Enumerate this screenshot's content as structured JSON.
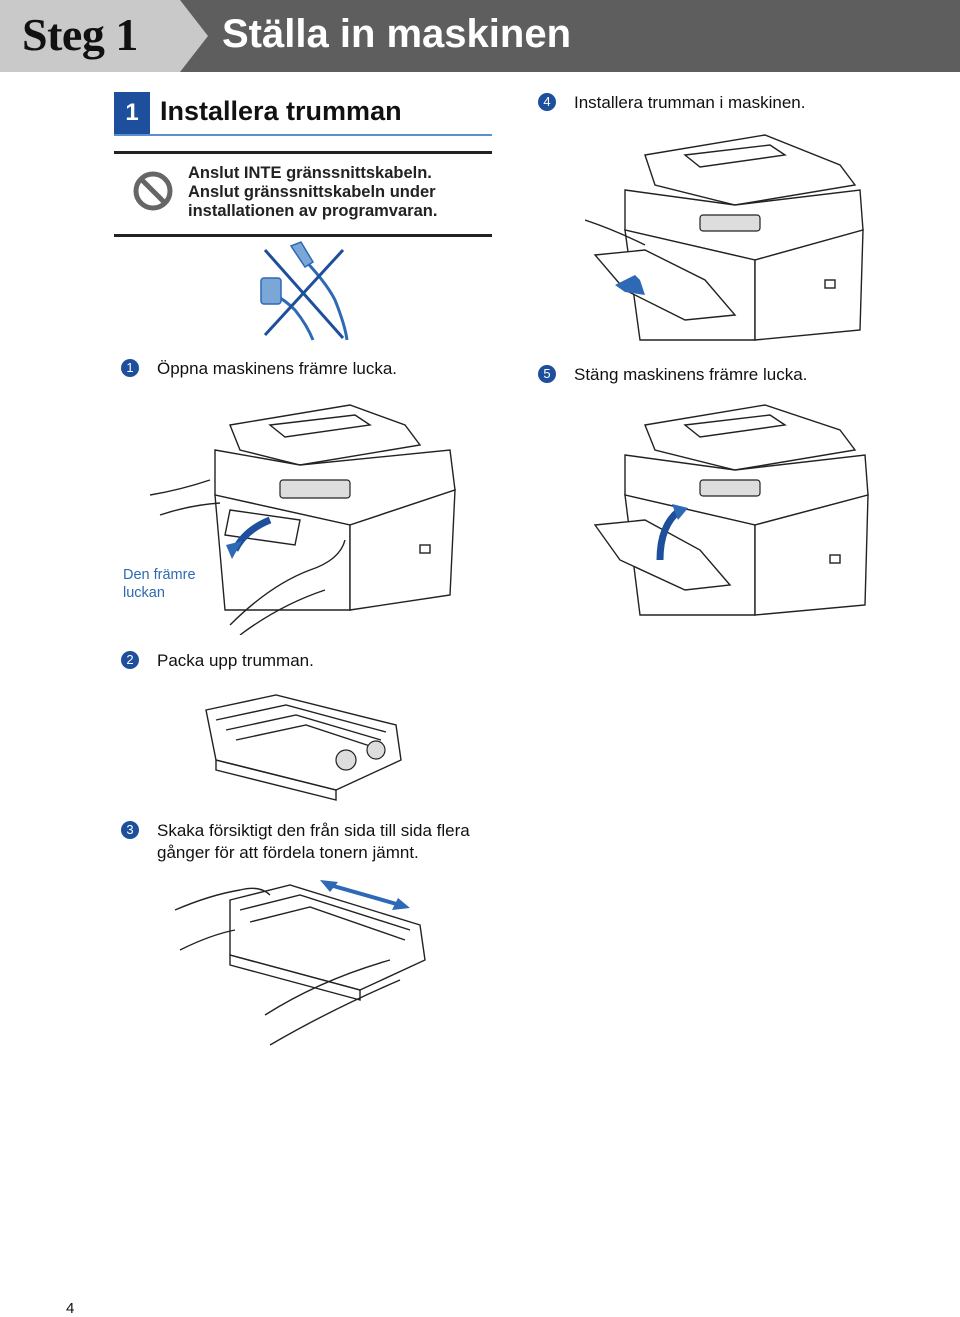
{
  "header": {
    "step_label": "Steg 1",
    "title": "Ställa in maskinen"
  },
  "section": {
    "number": "1",
    "title": "Installera trumman"
  },
  "warning": {
    "icon": "prohibited-icon",
    "lines": [
      "Anslut INTE gränssnittskabeln.",
      "Anslut gränssnittskabeln under",
      "installationen av programvaran."
    ]
  },
  "steps": [
    {
      "num": "1",
      "text": "Öppna maskinens främre lucka."
    },
    {
      "num": "2",
      "text": "Packa upp trumman."
    },
    {
      "num": "3",
      "lines": [
        "Skaka försiktigt den från sida till sida flera",
        "gånger för att fördela tonern jämnt."
      ]
    },
    {
      "num": "4",
      "text": "Installera trumman i maskinen."
    },
    {
      "num": "5",
      "text": "Stäng maskinens främre lucka."
    }
  ],
  "callout": {
    "lines": [
      "Den främre",
      "luckan"
    ]
  },
  "page_number": "4",
  "colors": {
    "accent_blue": "#1d4f9c",
    "header_gray": "#5e5e5e",
    "callout_blue": "#2d69b4"
  }
}
